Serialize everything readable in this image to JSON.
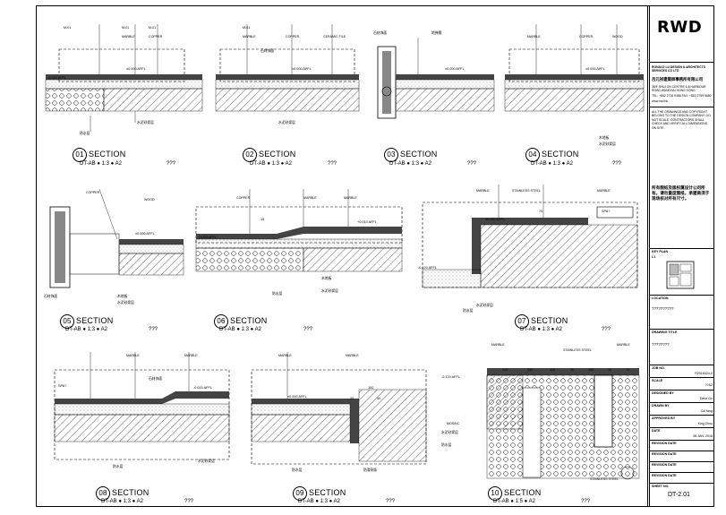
{
  "titleblock": {
    "logo": "RWD",
    "company_en": "RONALD LU DESIGN & ARCHITECTS SERVICES CO LTD",
    "company_cn": "呂元祥建築師事務所有限公司",
    "address": "38/F SHUI ON CENTRE 6-8 HARBOUR ROAD WANCHAI HONG KONG",
    "contact": "TEL: +852 2726 9388   FAX: +852 2759 5650",
    "website": "www.rwd.hk",
    "disclaimer_en": "ALL THE DRAWINGS AND COPYRIGHT BELONG TO THE DESIGN COMPANY. DO NOT SCALE. CONTRACTORS SHALL CHECK AND VERIFY ALL DIMENSIONS ON SITE.",
    "disclaimer_cn": "所有图纸及版权属设计公司所有。请勿量度图纸，承建商须于现场核对所有尺寸。",
    "key_plan_label": "KEY PLAN",
    "key_plan_id": "L1",
    "location_label": "LOCATION",
    "location_value": "??????????",
    "drawing_title_label": "DRAWING TITLE",
    "drawing_title_value": "????????",
    "rows": [
      {
        "label": "JOB NO.",
        "value": "R2016024-0"
      },
      {
        "label": "SCALE",
        "value": "??A2"
      },
      {
        "label": "DESIGNED BY",
        "value": "Dave Gu"
      },
      {
        "label": "DRAWN BY",
        "value": "Cui fang"
      },
      {
        "label": "APPROVED BY",
        "value": "King Zhou"
      },
      {
        "label": "DATE",
        "value": "08 JAN, 2018"
      },
      {
        "label": "REVISION DATE",
        "value": ""
      },
      {
        "label": "REVISION DATE",
        "value": ""
      },
      {
        "label": "REVISION DATE",
        "value": ""
      },
      {
        "label": "REVISION DATE",
        "value": ""
      }
    ],
    "sheet_no_label": "SHEET NO.",
    "sheet_no": "DT-2.01"
  },
  "sections": [
    {
      "num": "01",
      "title": "SECTION",
      "ref": "DT-AB",
      "scale": "1:3",
      "paper": "A2",
      "note": "???"
    },
    {
      "num": "02",
      "title": "SECTION",
      "ref": "DT-AB",
      "scale": "1:3",
      "paper": "A2",
      "note": "???"
    },
    {
      "num": "03",
      "title": "SECTION",
      "ref": "DT-AB",
      "scale": "1:3",
      "paper": "A2",
      "note": "???"
    },
    {
      "num": "04",
      "title": "SECTION",
      "ref": "DT-AB",
      "scale": "1:3",
      "paper": "A2",
      "note": "???"
    },
    {
      "num": "05",
      "title": "SECTION",
      "ref": "DT-AB",
      "scale": "1:3",
      "paper": "A2",
      "note": "???"
    },
    {
      "num": "06",
      "title": "SECTION",
      "ref": "DT-AB",
      "scale": "1:3",
      "paper": "A2",
      "note": "???"
    },
    {
      "num": "07",
      "title": "SECTION",
      "ref": "DT-AB",
      "scale": "1:3",
      "paper": "A2",
      "note": "???"
    },
    {
      "num": "08",
      "title": "SECTION",
      "ref": "DT-AB",
      "scale": "1:3",
      "paper": "A2",
      "note": "???"
    },
    {
      "num": "09",
      "title": "SECTION",
      "ref": "DT-AB",
      "scale": "1:3",
      "paper": "A2",
      "note": "???"
    },
    {
      "num": "10",
      "title": "SECTION",
      "ref": "DT-AB",
      "scale": "1:5",
      "paper": "A2",
      "note": "???"
    }
  ],
  "materials": {
    "marble": "MARBLE",
    "copper": "COPPER",
    "wood": "WOOD",
    "ceramic_tile": "CERAMIC TILE",
    "stainless_steel": "STAINLESS STEEL",
    "mosaic": "MOSAIC",
    "spa": "SPA?",
    "tag_code": "M-01",
    "level_000": "±0.000 AFFL",
    "level_020": "-0.020 AFFL",
    "level_010": "+0.010 AFFL",
    "level_0120": "-0.120 AFFL",
    "waterproof": "防水层",
    "cement_mortar": "水泥砂浆层",
    "wood_floor": "木地板",
    "stone_finish": "石材饰面",
    "hinge": "地弹簧",
    "anti_slip": "防滑铜条"
  },
  "dims": {
    "d70": "70",
    "d15": "15",
    "d100": "100",
    "d40": "40",
    "d20": "20",
    "d120": "120",
    "d330": "330",
    "d110": "110",
    "d30": "30",
    "d160": "160",
    "d10": "10"
  }
}
